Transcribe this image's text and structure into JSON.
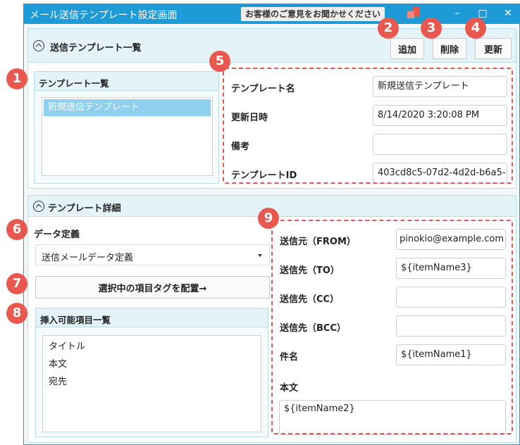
{
  "window": {
    "title": "メール送信テンプレート設定画面",
    "feedback_label": "お客様のご意見をお聞かせください",
    "controls": {
      "minimize": "–",
      "maximize": "□",
      "close": "✕"
    }
  },
  "template_list_section": {
    "title": "送信テンプレート一覧",
    "buttons": {
      "add": "追加",
      "delete": "削除",
      "update": "更新"
    },
    "list_title": "テンプレート一覧",
    "items": [
      "新規送信テンプレート"
    ]
  },
  "template_info": {
    "fields": [
      {
        "label": "テンプレート名",
        "value": "新規送信テンプレート"
      },
      {
        "label": "更新日時",
        "value": "8/14/2020 3:20:08 PM"
      },
      {
        "label": "備考",
        "value": ""
      },
      {
        "label": "テンプレートID",
        "value": "403cd8c5-07d2-4d2d-b6a5-"
      }
    ]
  },
  "template_detail_section": {
    "title": "テンプレート詳細",
    "data_definition_label": "データ定義",
    "data_definition_value": "送信メールデータ定義",
    "place_tag_button": "選択中の項目タグを配置→",
    "insertable_title": "挿入可能項目一覧",
    "insertable_items": [
      "タイトル",
      "本文",
      "宛先"
    ]
  },
  "mail_fields": {
    "from": {
      "label": "送信元（FROM）",
      "value": "pinokio@example.com"
    },
    "to": {
      "label": "送信先（TO）",
      "value": "${itemName3}"
    },
    "cc": {
      "label": "送信先（CC）",
      "value": ""
    },
    "bcc": {
      "label": "送信先（BCC）",
      "value": ""
    },
    "subject": {
      "label": "件名",
      "value": "${itemName1}"
    },
    "body": {
      "label": "本文",
      "value": "${itemName2}"
    }
  },
  "markers": [
    "1",
    "2",
    "3",
    "4",
    "5",
    "6",
    "7",
    "8",
    "9"
  ],
  "colors": {
    "titlebar": "#1e9ad6",
    "marker": "#e8584e",
    "selection": "#8fd0ef",
    "header": "#e4f3f8"
  }
}
